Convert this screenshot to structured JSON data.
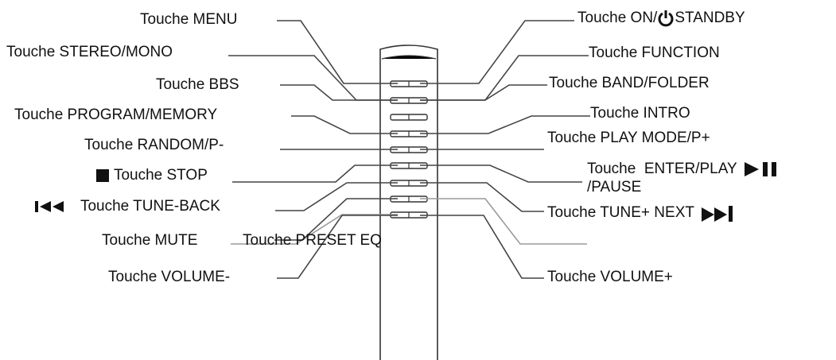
{
  "labels": {
    "menu": "Touche MENU",
    "stereo_mono": "Touche STEREO/MONO",
    "bbs": "Touche BBS",
    "program_memory": "Touche PROGRAM/MEMORY",
    "random": "Touche RANDOM/P-",
    "stop": "Touche STOP",
    "tune_back": "Touche TUNE-BACK",
    "mute": "Touche MUTE",
    "preset_eq": "Touche PRESET EQ",
    "volume_minus": "Touche VOLUME-",
    "on_standby_prefix": "Touche ON/",
    "on_standby_suffix": "STANDBY",
    "function": "Touche FUNCTION",
    "band_folder": "Touche BAND/FOLDER",
    "intro": "Touche INTRO",
    "play_mode": "Touche PLAY MODE/P+",
    "enter_play_line1": "Touche  ENTER/PLAY",
    "enter_play_line2": "/PAUSE",
    "tune_next": "Touche TUNE+ NEXT",
    "volume_plus": "Touche VOLUME+"
  },
  "icons": {
    "stop": "stop-square-icon",
    "tune_back": "skip-back-icon",
    "power": "power-icon",
    "play_pause": "play-pause-icon",
    "next": "skip-next-icon"
  },
  "colors": {
    "text": "#111111",
    "lines": "#444444",
    "background": "#ffffff"
  }
}
